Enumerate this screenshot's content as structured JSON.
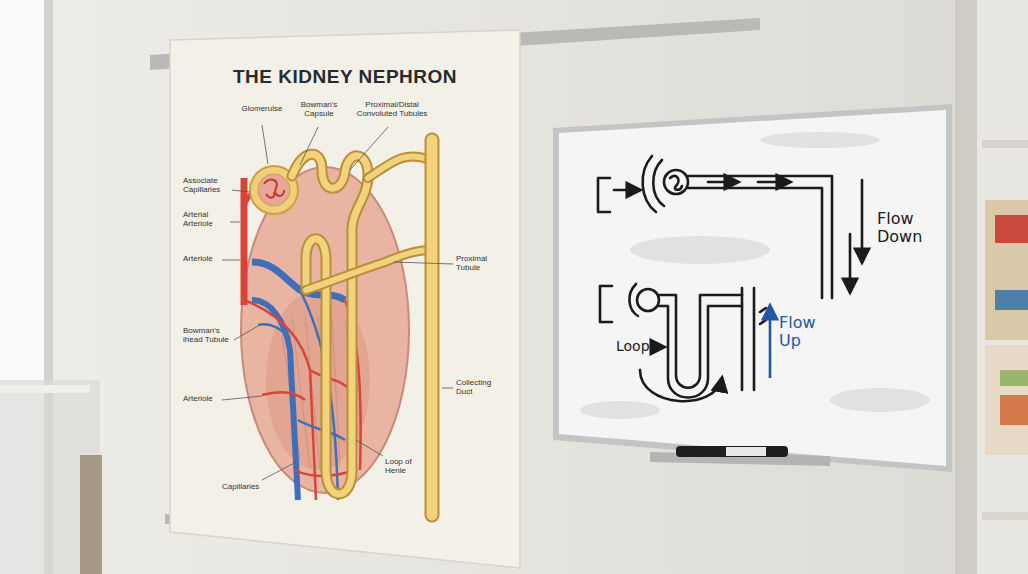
{
  "diagram": {
    "title": "THE KIDNEY NEPHRON",
    "labels": [
      "Glomerulse",
      "Bowman's Capsule",
      "Proximal/Distal Convoluted Tubules",
      "Associate Capillaries",
      "Arterial Arteriole",
      "Arteriole",
      "Proximal Tubule",
      "Bowman's ihead Tubule",
      "Arteriole",
      "Collecting Duct",
      "Capillaries",
      "Loop of Henle",
      "Flow Down",
      "Loop",
      "Flow Up"
    ]
  }
}
